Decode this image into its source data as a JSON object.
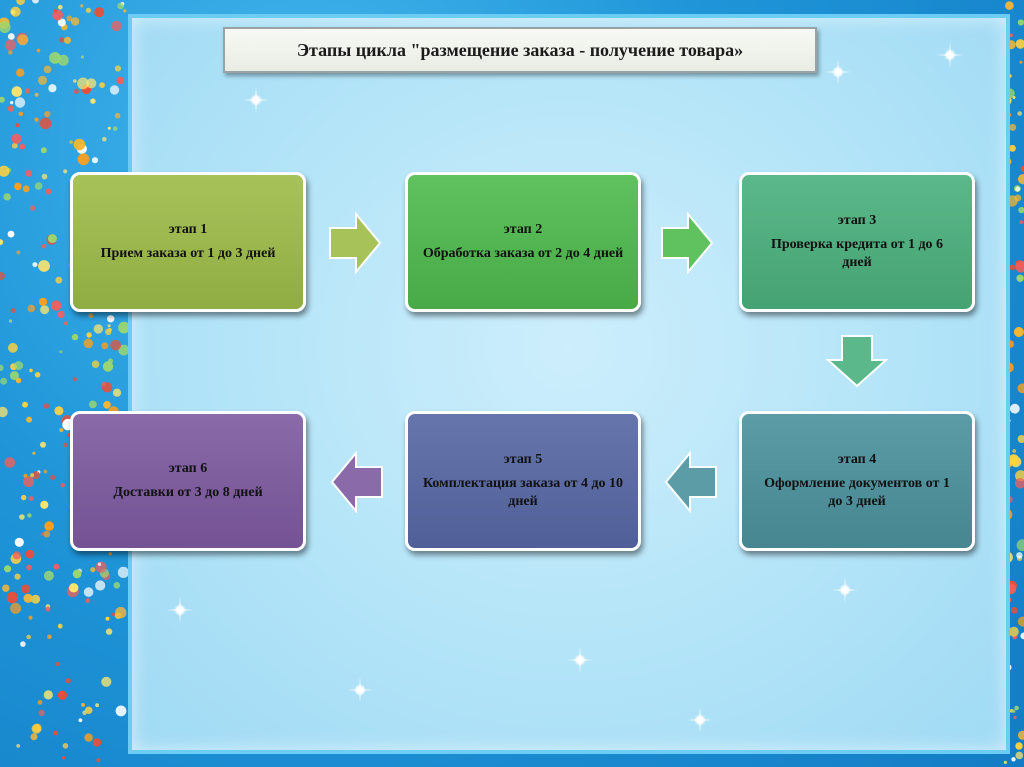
{
  "title": "Этапы цикла \"размещение заказа - получение товара»",
  "stages": [
    {
      "num": "этап 1",
      "text": "Прием заказа от 1 до 3 дней"
    },
    {
      "num": "этап 2",
      "text": "Обработка заказа от 2 до 4 дней"
    },
    {
      "num": "этап 3",
      "text": "Проверка кредита от 1 до 6 дней"
    },
    {
      "num": "этап  4",
      "text": "Оформление документов от 1 до 3 дней"
    },
    {
      "num": "этап 5",
      "text": "Комплектация заказа от 4 до 10 дней"
    },
    {
      "num": "этап 6",
      "text": "Доставки от 3 до 8 дней"
    }
  ],
  "colors": {
    "arrow_1_2": "#a8c25a",
    "arrow_2_3": "#5fc25e",
    "arrow_3_4": "#5bb88a",
    "arrow_4_5": "#5b9ca6",
    "arrow_5_6": "#8a6aa8"
  }
}
